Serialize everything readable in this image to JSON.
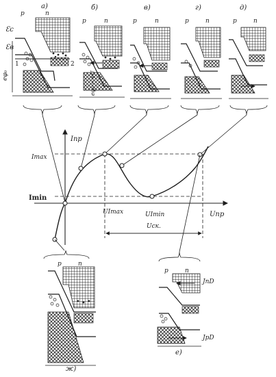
{
  "figure": {
    "panels": [
      {
        "id": "a",
        "label": "а)",
        "p": "p",
        "n": "n"
      },
      {
        "id": "b",
        "label": "б)",
        "p": "p",
        "n": "n"
      },
      {
        "id": "v",
        "label": "в)",
        "p": "p",
        "n": "n"
      },
      {
        "id": "g",
        "label": "г)",
        "p": "p",
        "n": "n"
      },
      {
        "id": "d",
        "label": "д)",
        "p": "p",
        "n": "n"
      }
    ],
    "panel_a": {
      "ec": "Ɛc",
      "ev": "Ɛв",
      "level_1": "1",
      "level_2": "2",
      "barrier": "eφ₀"
    },
    "panel_b": {
      "barrier": "eφ₀ − eU"
    },
    "graph": {
      "y_axis": "Iпр",
      "x_axis": "Uпр",
      "imax": "Imax",
      "imin": "Imin",
      "u_imax": "UImax",
      "u_imin": "UImin",
      "u_sk": "Uск."
    },
    "bottom_left": {
      "label": "ж)",
      "p": "p",
      "n": "n"
    },
    "bottom_right": {
      "label": "е)",
      "p": "p",
      "n": "n",
      "jnd": "JnD",
      "jpd": "JpD"
    }
  }
}
